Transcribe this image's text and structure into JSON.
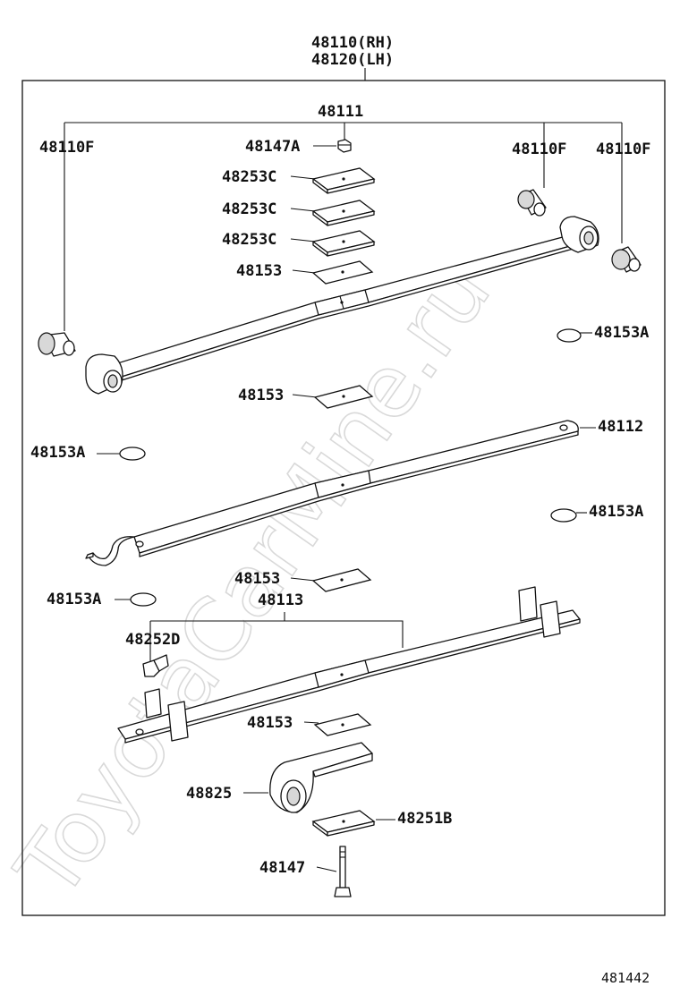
{
  "assembly": {
    "rh": "48110(RH)",
    "lh": "48120(LH)"
  },
  "labels": {
    "leaf_main": "48111",
    "bushing_left": "48110F",
    "bushing_right_1": "48110F",
    "bushing_right_2": "48110F",
    "nut": "48147A",
    "pad_1": "48253C",
    "pad_2": "48253C",
    "pad_3": "48253C",
    "liner_1": "48153",
    "liner_2": "48153",
    "liner_3": "48153",
    "liner_4": "48153",
    "button_1": "48153A",
    "button_2": "48153A",
    "button_3": "48153A",
    "button_4": "48153A",
    "leaf_2": "48112",
    "leaf_3": "48113",
    "clip": "48252D",
    "bracket": "48825",
    "lower_pad": "48251B",
    "center_bolt": "48147"
  },
  "watermark": "ToyotaCarMine.ru",
  "diagram_id": "481442"
}
